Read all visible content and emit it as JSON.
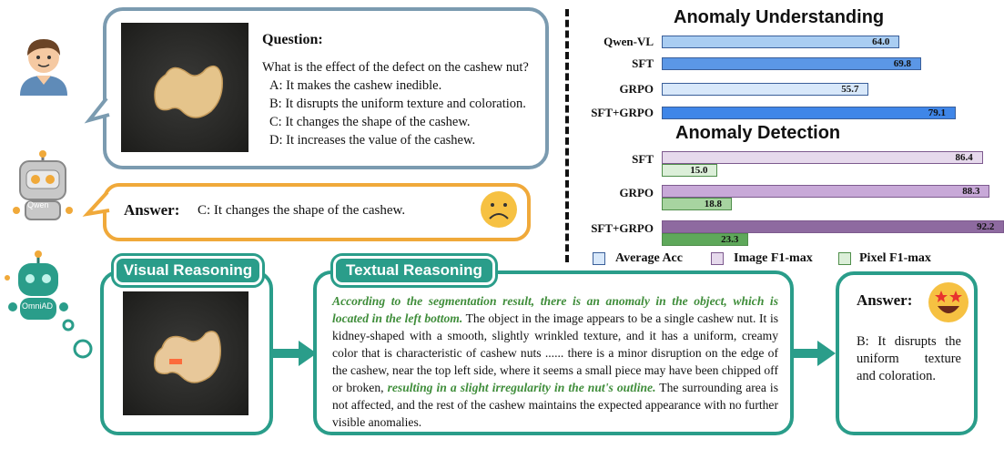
{
  "question": {
    "title": "Question:",
    "text": "What is the effect of the defect on the cashew nut?",
    "options": [
      "A: It makes the cashew inedible.",
      "B: It disrupts the uniform texture and coloration.",
      "C: It changes the shape of the cashew.",
      "D: It increases the value of the cashew."
    ]
  },
  "qwen_answer": {
    "label": "Answer:",
    "text": "C: It changes the shape of the cashew."
  },
  "avatars": {
    "qwen_label": "Qwen",
    "omni_label": "OmniAD"
  },
  "sections": {
    "visual": "Visual Reasoning",
    "textual": "Textual Reasoning"
  },
  "reasoning": {
    "lead": "According to the segmentation result, there is an anomaly in the object, which is located in the left bottom.",
    "body1": " The object in the image appears to be a single cashew nut. It is kidney-shaped with a smooth, slightly wrinkled texture, and it has a uniform, creamy color that is characteristic of cashew nuts ...... there is a minor disruption on the edge of the cashew, near the top left side, where it seems a small piece may have been chipped off or broken, ",
    "mid": "resulting in a slight irregularity in the nut's outline.",
    "body2": " The surrounding area is not affected, and the rest of the cashew maintains the expected appearance with no further visible anomalies."
  },
  "omni_answer": {
    "label": "Answer:",
    "text": "B: It disrupts the uniform texture and coloration."
  },
  "chart_data": [
    {
      "type": "bar",
      "title": "Anomaly Understanding",
      "categories": [
        "Qwen-VL",
        "SFT",
        "GRPO",
        "SFT+GRPO"
      ],
      "series": [
        {
          "name": "Average Acc",
          "values": [
            64.0,
            69.8,
            55.7,
            79.1
          ]
        }
      ],
      "colors": [
        "#a9cdf2",
        "#5b97e6",
        "#d8e8fa",
        "#3f86e8"
      ]
    },
    {
      "type": "bar",
      "title": "Anomaly Detection",
      "categories": [
        "SFT",
        "GRPO",
        "SFT+GRPO"
      ],
      "series": [
        {
          "name": "Image F1-max",
          "values": [
            86.4,
            88.3,
            92.2
          ]
        },
        {
          "name": "Pixel F1-max",
          "values": [
            15.0,
            18.8,
            23.3
          ]
        }
      ],
      "image_colors": [
        "#e6d9ec",
        "#c8a9d8",
        "#8e6aa0"
      ],
      "pixel_colors": [
        "#dcefd9",
        "#a7d4a0",
        "#5ea85a"
      ]
    }
  ],
  "legend": [
    {
      "label": "Average Acc",
      "color": "#d8e8fa"
    },
    {
      "label": "Image F1-max",
      "color": "#e6d9ec"
    },
    {
      "label": "Pixel F1-max",
      "color": "#dcefd9"
    }
  ]
}
